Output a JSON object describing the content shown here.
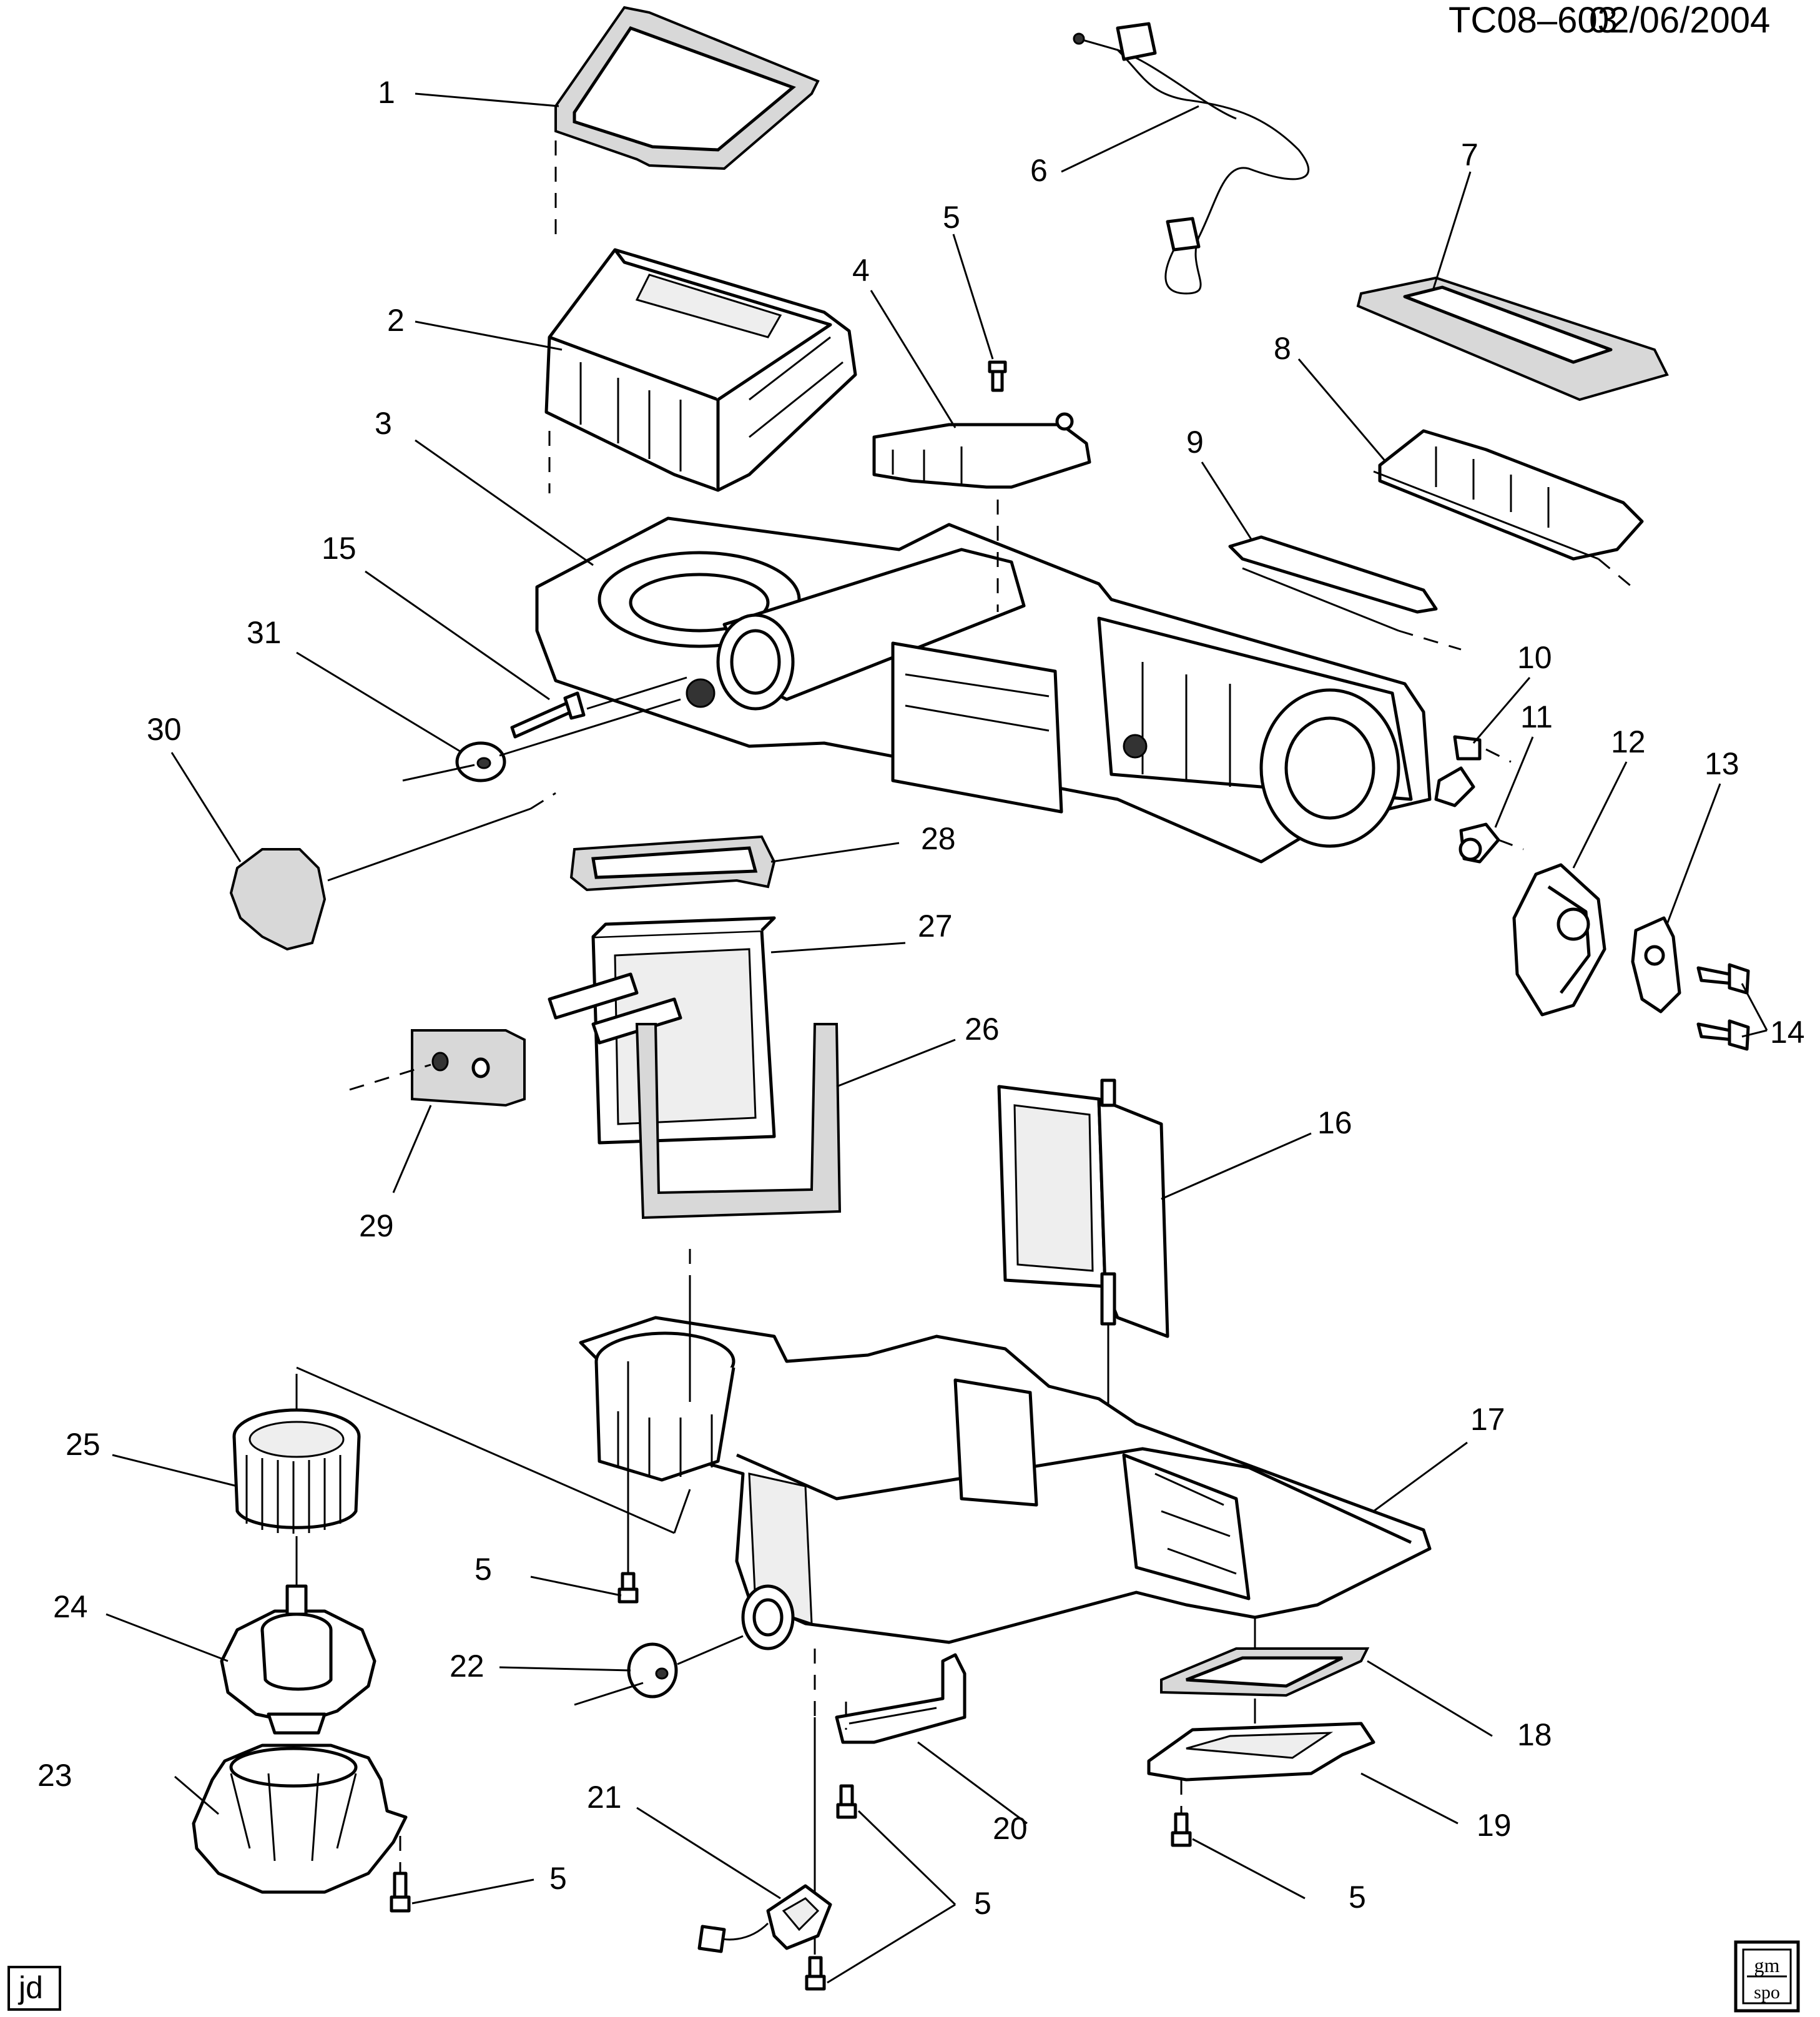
{
  "header": {
    "code": "TC08–603",
    "date": "02/06/2004"
  },
  "footer": {
    "initials": "jd",
    "logo_top": "gm",
    "logo_bottom": "spo"
  },
  "callouts": [
    {
      "id": "c1",
      "text": "1"
    },
    {
      "id": "c2",
      "text": "2"
    },
    {
      "id": "c3",
      "text": "3"
    },
    {
      "id": "c4",
      "text": "4"
    },
    {
      "id": "c5a",
      "text": "5"
    },
    {
      "id": "c6",
      "text": "6"
    },
    {
      "id": "c7",
      "text": "7"
    },
    {
      "id": "c8",
      "text": "8"
    },
    {
      "id": "c9",
      "text": "9"
    },
    {
      "id": "c10",
      "text": "10"
    },
    {
      "id": "c11",
      "text": "11"
    },
    {
      "id": "c12",
      "text": "12"
    },
    {
      "id": "c13",
      "text": "13"
    },
    {
      "id": "c14",
      "text": "14"
    },
    {
      "id": "c15",
      "text": "15"
    },
    {
      "id": "c16",
      "text": "16"
    },
    {
      "id": "c17",
      "text": "17"
    },
    {
      "id": "c18",
      "text": "18"
    },
    {
      "id": "c19",
      "text": "19"
    },
    {
      "id": "c20",
      "text": "20"
    },
    {
      "id": "c21",
      "text": "21"
    },
    {
      "id": "c22",
      "text": "22"
    },
    {
      "id": "c23",
      "text": "23"
    },
    {
      "id": "c24",
      "text": "24"
    },
    {
      "id": "c25",
      "text": "25"
    },
    {
      "id": "c26",
      "text": "26"
    },
    {
      "id": "c27",
      "text": "27"
    },
    {
      "id": "c28",
      "text": "28"
    },
    {
      "id": "c29",
      "text": "29"
    },
    {
      "id": "c30",
      "text": "30"
    },
    {
      "id": "c31",
      "text": "31"
    },
    {
      "id": "c5b",
      "text": "5"
    },
    {
      "id": "c5c",
      "text": "5"
    },
    {
      "id": "c5d",
      "text": "5"
    },
    {
      "id": "c5e",
      "text": "5"
    }
  ]
}
